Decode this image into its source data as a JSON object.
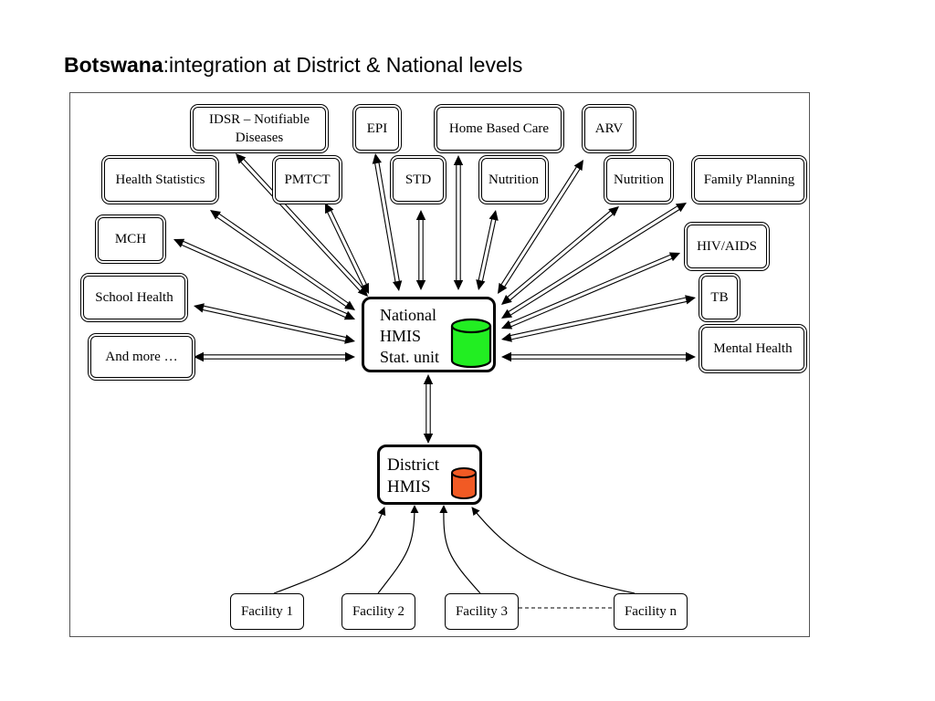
{
  "title": {
    "bold": "Botswana",
    "rest": ":integration at District & National levels"
  },
  "programs": {
    "idsr": "IDSR – Notifiable Diseases",
    "epi": "EPI",
    "home_based_care": "Home Based Care",
    "arv": "ARV",
    "health_statistics": "Health Statistics",
    "pmtct": "PMTCT",
    "std": "STD",
    "nutrition_1": "Nutrition",
    "nutrition_2": "Nutrition",
    "family_planning": "Family Planning",
    "mch": "MCH",
    "hiv_aids": "HIV/AIDS",
    "school_health": "School Health",
    "tb": "TB",
    "and_more": "And more …",
    "mental_health": "Mental Health"
  },
  "national": {
    "line1": "National",
    "line2": "HMIS",
    "line3": "Stat. unit",
    "db_color": "#22ee22"
  },
  "district": {
    "line1": "District",
    "line2": "HMIS",
    "db_color": "#f15a24"
  },
  "facilities": {
    "f1": "Facility 1",
    "f2": "Facility 2",
    "f3": "Facility 3",
    "fn": "Facility n"
  }
}
